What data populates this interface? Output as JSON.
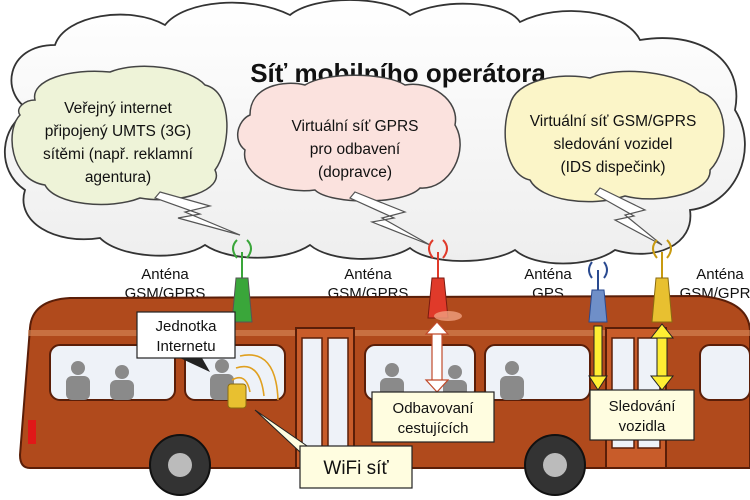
{
  "title": "Síť mobilního operátora",
  "bubbles": [
    {
      "lines": [
        "Veřejný internet",
        "připojený UMTS (3G)",
        "sítěmi (např. reklamní",
        "agentura)"
      ]
    },
    {
      "lines": [
        "Virtuální síť GPRS",
        "pro odbavení",
        "(dopravce)"
      ]
    },
    {
      "lines": [
        "Virtuální síť GSM/GPRS",
        "sledování vozidel",
        "(IDS dispečink)"
      ]
    }
  ],
  "antennas": [
    {
      "lines": [
        "Anténa",
        "GSM/GPRS"
      ],
      "color": "#3aa63a"
    },
    {
      "lines": [
        "Anténa",
        "GSM/GPRS"
      ],
      "color": "#e03a2a"
    },
    {
      "lines": [
        "Anténa",
        "GPS"
      ],
      "color": "#6f8fc8"
    },
    {
      "lines": [
        "Anténa",
        "GSM/GPRS"
      ],
      "color": "#e8c030"
    }
  ],
  "labels": {
    "internet_unit": [
      "Jednotka",
      "Internetu"
    ],
    "ticketing": [
      "Odbavovaní",
      "cestujících"
    ],
    "tracking": [
      "Sledování",
      "vozidla"
    ],
    "wifi": "WiFi síť"
  },
  "colors": {
    "title": "#c8202a",
    "bus_body": "#b04a1c",
    "bubble_green": "#eef3d8",
    "bubble_pink": "#fbe2de",
    "bubble_yellow": "#fbf5c8"
  }
}
